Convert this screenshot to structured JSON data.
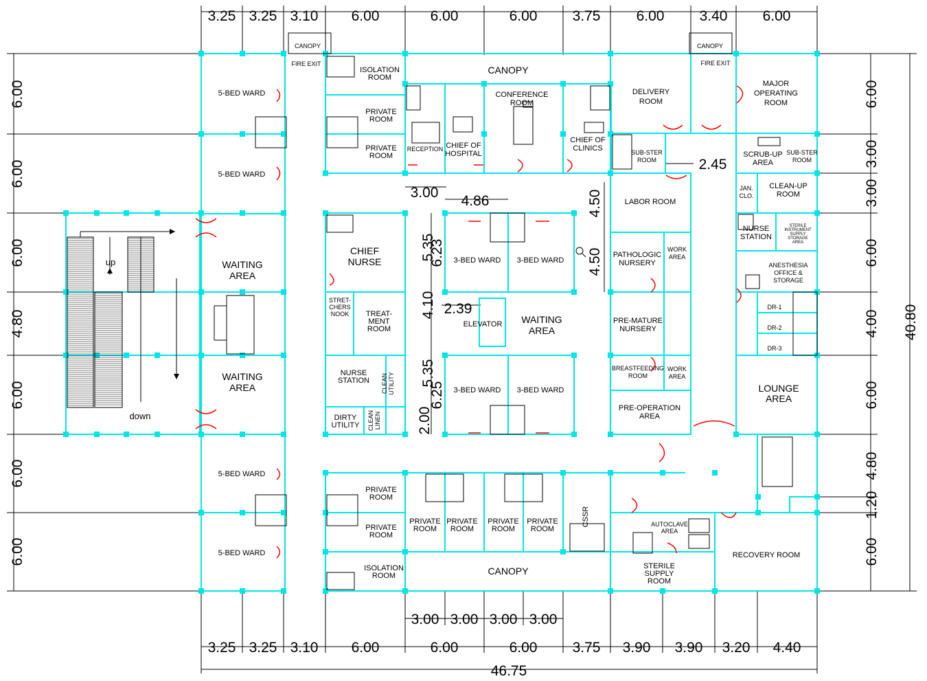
{
  "top_dims": [
    "3.25",
    "3.25",
    "3.10",
    "6.00",
    "6.00",
    "6.00",
    "3.75",
    "6.00",
    "3.40",
    "6.00"
  ],
  "bottom_dims": [
    "3.25",
    "3.25",
    "3.10",
    "6.00",
    "6.00",
    "6.00",
    "3.75",
    "3.90",
    "3.90",
    "3.20",
    "4.40"
  ],
  "bottom_mid_dims": [
    "3.00",
    "3.00",
    "3.00",
    "3.00"
  ],
  "overall_width": "46.75",
  "left_dims": [
    "6.00",
    "6.00",
    "6.00",
    "4.80",
    "6.00",
    "6.00",
    "6.00"
  ],
  "right_dims": [
    "6.00",
    "3.00",
    "3.00",
    "6.00",
    "4.00",
    "6.00",
    "4.80",
    "1.20",
    "6.00"
  ],
  "overall_height": "40.80",
  "inner_dims": {
    "d300": "3.00",
    "d486": "4.86",
    "d535a": "5.35",
    "d623": "6.23",
    "d410": "4.10",
    "d239": "2.39",
    "d535b": "5.35",
    "d625": "6.25",
    "d200": "2.00",
    "d450a": "4.50",
    "d450b": "4.50",
    "d245": "2.45"
  },
  "rooms": {
    "canopy_tl1": "CANOPY",
    "fire_exit_l": "FIRE EXIT",
    "canopy_tr1": "CANOPY",
    "fire_exit_r": "FIRE EXIT",
    "canopy_top": "CANOPY",
    "canopy_bottom": "CANOPY",
    "isolation_top": [
      "ISOLATION",
      "ROOM"
    ],
    "isolation_bottom": [
      "ISOLATION",
      "ROOM"
    ],
    "private_1": [
      "PRIVATE",
      "ROOM"
    ],
    "private_2": [
      "PRIVATE",
      "ROOM"
    ],
    "private_3": [
      "PRIVATE",
      "ROOM"
    ],
    "private_4": [
      "PRIVATE",
      "ROOM"
    ],
    "private_5": [
      "PRIVATE",
      "ROOM"
    ],
    "private_6": [
      "PRIVATE",
      "ROOM"
    ],
    "private_7": [
      "PRIVATE",
      "ROOM"
    ],
    "private_8": [
      "PRIVATE",
      "ROOM"
    ],
    "ward5_1": "5-BED WARD",
    "ward5_2": "5-BED WARD",
    "ward5_3": "5-BED WARD",
    "ward5_4": "5-BED WARD",
    "waiting_1": [
      "WAITING",
      "AREA"
    ],
    "waiting_2": [
      "WAITING",
      "AREA"
    ],
    "waiting_3": [
      "WAITING",
      "AREA"
    ],
    "conference": [
      "CONFERENCE",
      "ROOM"
    ],
    "reception": "RECEPTION",
    "chief_hospital": [
      "CHIEF OF",
      "HOSPITAL"
    ],
    "chief_clinics": [
      "CHIEF OF",
      "CLINICS"
    ],
    "chief_nurse": [
      "CHIEF",
      "NURSE"
    ],
    "stretchers": [
      "STRET-",
      "CHERS",
      "NOOK"
    ],
    "treatment": [
      "TREAT-",
      "MENT",
      "ROOM"
    ],
    "nurse_station_l": [
      "NURSE",
      "STATION"
    ],
    "clean_utility": [
      "CLEAN",
      "UTILITY"
    ],
    "dirty_utility": [
      "DIRTY",
      "UTILITY"
    ],
    "clean_linen": [
      "CLEAN",
      "LINEN"
    ],
    "ward3_1": "3-BED WARD",
    "ward3_2": "3-BED WARD",
    "ward3_3": "3-BED WARD",
    "ward3_4": "3-BED WARD",
    "elevator": "ELEVATOR",
    "delivery": [
      "DELIVERY",
      "ROOM"
    ],
    "major_operating": [
      "MAJOR",
      "OPERATING",
      "ROOM"
    ],
    "sub_ster_1": [
      "SUB-STER",
      "ROOM"
    ],
    "sub_ster_2": [
      "SUB-STER",
      "ROOM"
    ],
    "scrub_up": [
      "SCRUB-UP",
      "AREA"
    ],
    "labor": "LABOR ROOM",
    "jan_clo": [
      "JAN.",
      "CLO."
    ],
    "clean_up": [
      "CLEAN-UP",
      "ROOM"
    ],
    "nurse_station_r": [
      "NURSE",
      "STATION"
    ],
    "sterile_storage": [
      "STERILE",
      "INSTRUMENT",
      "SUPPLY",
      "STORAGE",
      "AREA"
    ],
    "pathologic": [
      "PATHOLOGIC",
      "NURSERY"
    ],
    "work_area_1": [
      "WORK",
      "AREA"
    ],
    "anesthesia": [
      "ANESTHESIA",
      "OFFICE &",
      "STORAGE"
    ],
    "dr1": "DR-1",
    "dr2": "DR-2",
    "dr3": "DR-3",
    "premature": [
      "PRE-MATURE",
      "NURSERY"
    ],
    "breastfeeding": [
      "BREASTFEEDING",
      "ROOM"
    ],
    "work_area_2": [
      "WORK",
      "AREA"
    ],
    "lounge": [
      "LOUNGE",
      "AREA"
    ],
    "pre_operation": [
      "PRE-OPERATION",
      "AREA"
    ],
    "cssr": "CSSR",
    "autoclave": [
      "AUTOCLAVE",
      "AREA"
    ],
    "sterile_supply": [
      "STERILE",
      "SUPPLY",
      "ROOM"
    ],
    "recovery": "RECOVERY ROOM",
    "up": "up",
    "down": "down"
  }
}
